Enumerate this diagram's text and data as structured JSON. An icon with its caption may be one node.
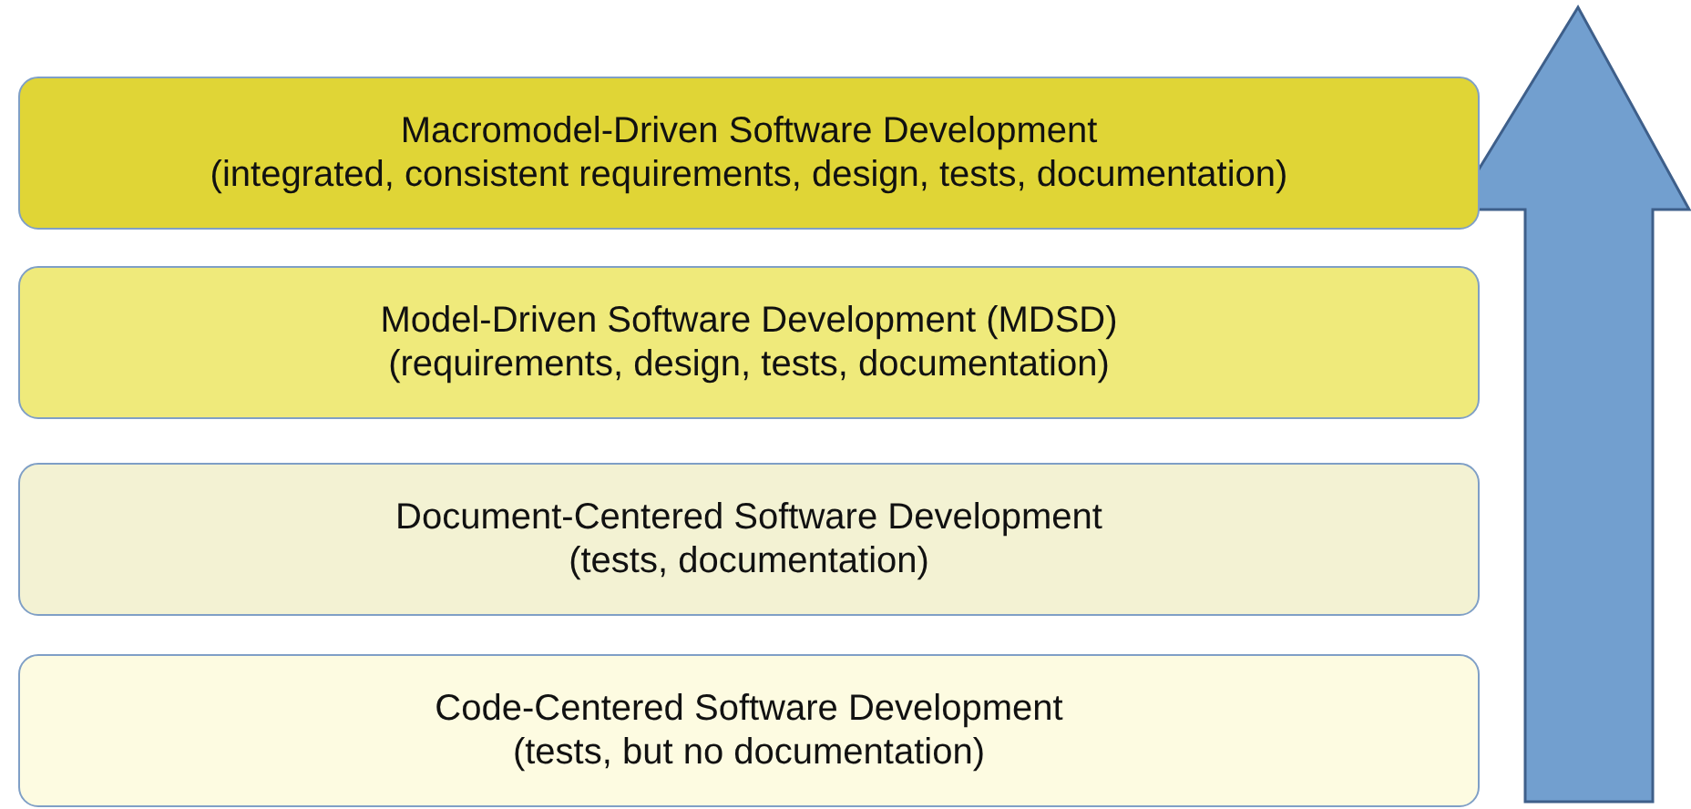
{
  "diagram": {
    "nodes": [
      {
        "text": [
          "Macromodel-Driven Software Development",
          "(integrated, consistent requirements, design, tests, documentation)"
        ]
      },
      {
        "text": [
          "Model-Driven Software Development (MDSD)",
          "(requirements, design, tests, documentation)"
        ]
      },
      {
        "text": [
          "Document-Centered Software Development",
          "(tests, documentation)"
        ]
      },
      {
        "text": [
          "Code-Centered Software Development",
          "(tests, but no documentation)"
        ]
      }
    ],
    "edges": []
  }
}
